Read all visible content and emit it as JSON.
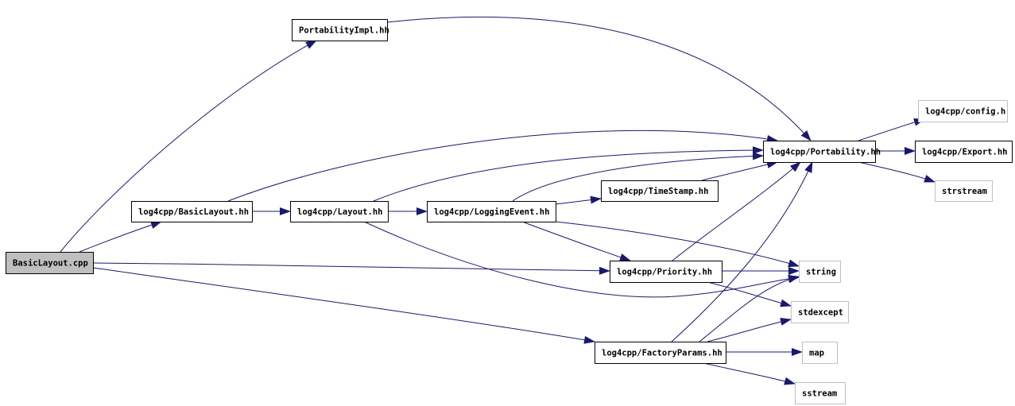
{
  "diagram": {
    "title": "BasicLayout.cpp include dependency graph",
    "colors": {
      "edge": "#191970",
      "node_border": "#000000",
      "external_border": "#bfbfbf",
      "root_fill": "#bfbfbf",
      "node_fill": "#ffffff"
    },
    "nodes": [
      {
        "id": "basiclayout_cpp",
        "label": "BasicLayout.cpp",
        "kind": "root"
      },
      {
        "id": "portabilityimpl",
        "label": "PortabilityImpl.hh",
        "kind": "file"
      },
      {
        "id": "basiclayout_hh",
        "label": "log4cpp/BasicLayout.hh",
        "kind": "file"
      },
      {
        "id": "layout_hh",
        "label": "log4cpp/Layout.hh",
        "kind": "file"
      },
      {
        "id": "loggingevent_hh",
        "label": "log4cpp/LoggingEvent.hh",
        "kind": "file"
      },
      {
        "id": "timestamp_hh",
        "label": "log4cpp/TimeStamp.hh",
        "kind": "file"
      },
      {
        "id": "portability_hh",
        "label": "log4cpp/Portability.hh",
        "kind": "file"
      },
      {
        "id": "config_h",
        "label": "log4cpp/config.h",
        "kind": "external"
      },
      {
        "id": "export_hh",
        "label": "log4cpp/Export.hh",
        "kind": "file"
      },
      {
        "id": "strstream",
        "label": "strstream",
        "kind": "external"
      },
      {
        "id": "priority_hh",
        "label": "log4cpp/Priority.hh",
        "kind": "file"
      },
      {
        "id": "string",
        "label": "string",
        "kind": "external"
      },
      {
        "id": "stdexcept",
        "label": "stdexcept",
        "kind": "external"
      },
      {
        "id": "factoryparams_hh",
        "label": "log4cpp/FactoryParams.hh",
        "kind": "file"
      },
      {
        "id": "map",
        "label": "map",
        "kind": "external"
      },
      {
        "id": "sstream",
        "label": "sstream",
        "kind": "external"
      }
    ],
    "edges": [
      {
        "from": "basiclayout_cpp",
        "to": "portabilityimpl"
      },
      {
        "from": "basiclayout_cpp",
        "to": "basiclayout_hh"
      },
      {
        "from": "basiclayout_cpp",
        "to": "priority_hh"
      },
      {
        "from": "basiclayout_cpp",
        "to": "factoryparams_hh"
      },
      {
        "from": "portabilityimpl",
        "to": "portability_hh"
      },
      {
        "from": "basiclayout_hh",
        "to": "portability_hh"
      },
      {
        "from": "basiclayout_hh",
        "to": "layout_hh"
      },
      {
        "from": "layout_hh",
        "to": "portability_hh"
      },
      {
        "from": "layout_hh",
        "to": "loggingevent_hh"
      },
      {
        "from": "layout_hh",
        "to": "string"
      },
      {
        "from": "loggingevent_hh",
        "to": "portability_hh"
      },
      {
        "from": "loggingevent_hh",
        "to": "timestamp_hh"
      },
      {
        "from": "loggingevent_hh",
        "to": "priority_hh"
      },
      {
        "from": "loggingevent_hh",
        "to": "string"
      },
      {
        "from": "timestamp_hh",
        "to": "portability_hh"
      },
      {
        "from": "portability_hh",
        "to": "config_h"
      },
      {
        "from": "portability_hh",
        "to": "export_hh"
      },
      {
        "from": "portability_hh",
        "to": "strstream"
      },
      {
        "from": "priority_hh",
        "to": "portability_hh"
      },
      {
        "from": "priority_hh",
        "to": "string"
      },
      {
        "from": "priority_hh",
        "to": "stdexcept"
      },
      {
        "from": "factoryparams_hh",
        "to": "portability_hh"
      },
      {
        "from": "factoryparams_hh",
        "to": "string"
      },
      {
        "from": "factoryparams_hh",
        "to": "stdexcept"
      },
      {
        "from": "factoryparams_hh",
        "to": "map"
      },
      {
        "from": "factoryparams_hh",
        "to": "sstream"
      }
    ]
  }
}
